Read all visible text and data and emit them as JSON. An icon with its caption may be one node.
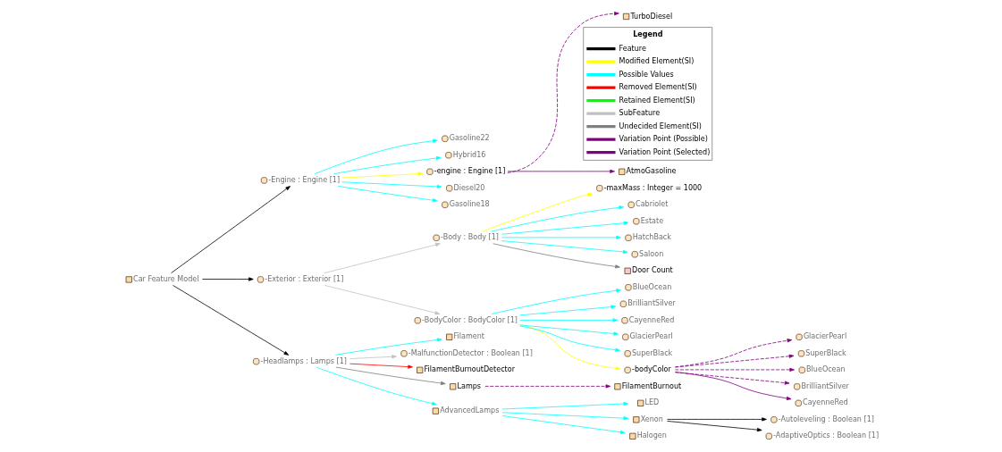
{
  "diagram": {
    "nodes": [
      {
        "text": [
          "Car Feature Model"
        ]
      },
      {
        "text": [
          "-Engine : Engine [1]"
        ]
      },
      {
        "text": [
          "-Exterior : Exterior [1]"
        ]
      },
      {
        "text": [
          "-Headlamps : Lamps [1]"
        ]
      },
      {
        "text": [
          "-engine : Engine [1]"
        ]
      },
      {
        "text": [
          "Diesel20"
        ]
      },
      {
        "text": [
          "Gasoline18"
        ]
      },
      {
        "text": [
          "Gasoline22"
        ]
      },
      {
        "text": [
          "Hybrid16"
        ]
      },
      {
        "text": [
          "-Body : Body [1]"
        ]
      },
      {
        "text": [
          "-BodyColor : BodyColor [1]"
        ]
      },
      {
        "text": [
          "FilamentBurnoutDetector"
        ]
      },
      {
        "text": [
          "Lamps"
        ]
      },
      {
        "text": [
          "AdvancedLamps"
        ]
      },
      {
        "text": [
          "Filament"
        ]
      },
      {
        "text": [
          "-MalfunctionDetector : Boolean [1]"
        ]
      },
      {
        "text": [
          "AtmoGasoline"
        ]
      },
      {
        "text": [
          "TurboDiesel"
        ]
      },
      {
        "text": [
          "Door Count"
        ]
      },
      {
        "text": [
          "-maxMass : Integer = 1000"
        ]
      },
      {
        "text": [
          "Cabriolet"
        ]
      },
      {
        "text": [
          "Estate"
        ]
      },
      {
        "text": [
          "HatchBack"
        ]
      },
      {
        "text": [
          "Saloon"
        ]
      },
      {
        "text": [
          "-bodyColor"
        ]
      },
      {
        "text": [
          "BlueOcean"
        ]
      },
      {
        "text": [
          "BrilliantSilver"
        ]
      },
      {
        "text": [
          "CayenneRed"
        ]
      },
      {
        "text": [
          "GlacierPearl"
        ]
      },
      {
        "text": [
          "SuperBlack"
        ]
      },
      {
        "text": [
          "FilamentBurnout"
        ]
      },
      {
        "text": [
          "Halogen"
        ]
      },
      {
        "text": [
          "LED"
        ]
      },
      {
        "text": [
          "Xenon"
        ]
      },
      {
        "text": [
          "BlueOcean"
        ]
      },
      {
        "text": [
          "BrilliantSilver"
        ]
      },
      {
        "text": [
          "CayenneRed"
        ]
      },
      {
        "text": [
          "GlacierPearl"
        ]
      },
      {
        "text": [
          "SuperBlack"
        ]
      },
      {
        "text": [
          "-AdaptiveOptics : Boolean [1]"
        ]
      },
      {
        "text": [
          "-Autoleveling : Boolean [1]"
        ]
      }
    ],
    "edges": [
      {
        "from": 0,
        "to": 1,
        "arrow": "to",
        "color": "#000000"
      },
      {
        "from": 0,
        "to": 2,
        "arrow": "to",
        "color": "#000000"
      },
      {
        "from": 0,
        "to": 3,
        "arrow": "to",
        "color": "#000000"
      },
      {
        "from": 1,
        "to": 4,
        "arrow": "to",
        "color": "#ffff00"
      },
      {
        "from": 1,
        "to": 5,
        "arrow": "to"
      },
      {
        "from": 1,
        "to": 6,
        "arrow": "to"
      },
      {
        "from": 1,
        "to": 7,
        "arrow": "to"
      },
      {
        "from": 1,
        "to": 8,
        "arrow": "to"
      },
      {
        "from": 2,
        "to": 9,
        "arrow": "to",
        "color": "#c0c0c0"
      },
      {
        "from": 2,
        "to": 10,
        "arrow": "to",
        "color": "#c0c0c0"
      },
      {
        "from": 3,
        "to": 11,
        "arrow": "to",
        "color": "#ff0000"
      },
      {
        "from": 3,
        "to": 12,
        "arrow": "to",
        "color": "#808080"
      },
      {
        "from": 3,
        "to": 13,
        "arrow": "to"
      },
      {
        "from": 3,
        "to": 14,
        "arrow": "to"
      },
      {
        "from": 3,
        "to": 15,
        "arrow": "to",
        "color": "#c0c0c0"
      },
      {
        "from": 4,
        "to": 16,
        "arrow": "to",
        "color": "#800080"
      },
      {
        "from": 4,
        "to": 17,
        "arrow": "to",
        "style": "dashed",
        "color": "#800080"
      },
      {
        "from": 9,
        "to": 18,
        "arrow": "to",
        "color": "#808080"
      },
      {
        "from": 9,
        "to": 19,
        "arrow": "to",
        "color": "#ffff00"
      },
      {
        "from": 9,
        "to": 20,
        "arrow": "to"
      },
      {
        "from": 9,
        "to": 21,
        "arrow": "to"
      },
      {
        "from": 9,
        "to": 22,
        "arrow": "to"
      },
      {
        "from": 9,
        "to": 23,
        "arrow": "to"
      },
      {
        "from": 10,
        "to": 24,
        "arrow": "to",
        "color": "#ffff00"
      },
      {
        "from": 10,
        "to": 25,
        "arrow": "to"
      },
      {
        "from": 10,
        "to": 26,
        "arrow": "to"
      },
      {
        "from": 10,
        "to": 27,
        "arrow": "to"
      },
      {
        "from": 10,
        "to": 28,
        "arrow": "to"
      },
      {
        "from": 10,
        "to": 29,
        "arrow": "to"
      },
      {
        "from": 24,
        "to": 34,
        "arrow": "to",
        "style": "dashed",
        "color": "#800080"
      },
      {
        "from": 24,
        "to": 35,
        "arrow": "to",
        "style": "dashed",
        "color": "#800080"
      },
      {
        "from": 24,
        "to": 36,
        "arrow": "to",
        "color": "#800080"
      },
      {
        "from": 24,
        "to": 37,
        "arrow": "to",
        "style": "dashed",
        "color": "#800080"
      },
      {
        "from": 24,
        "to": 38,
        "arrow": "to",
        "style": "dashed",
        "color": "#800080"
      },
      {
        "from": 12,
        "to": 30,
        "arrow": "to",
        "style": "dashed",
        "color": "#800080"
      },
      {
        "from": 13,
        "to": 31,
        "arrow": "to"
      },
      {
        "from": 13,
        "to": 32,
        "arrow": "to"
      },
      {
        "from": 13,
        "to": 33,
        "arrow": "to"
      },
      {
        "from": 33,
        "to": 39,
        "arrow": "to",
        "color": "#000000"
      },
      {
        "from": 33,
        "to": 40,
        "arrow": "to",
        "color": "#000000"
      }
    ],
    "labels": [
      "Legend"
    ],
    "legend": [
      {
        "text": "Feature",
        "color": "#000000"
      },
      {
        "text": "Modified Element(SI)",
        "color": "#ffff00"
      },
      {
        "text": "Possible Values",
        "color": "#00ffff"
      },
      {
        "text": "Removed Element(SI)",
        "color": "#ff0000"
      },
      {
        "text": "Retained Element(SI)",
        "color": "#00ff00"
      },
      {
        "text": "SubFeature",
        "color": "#c0c0c0"
      },
      {
        "text": "Undecided Element(SI)",
        "color": "#808080"
      },
      {
        "text": "Variation Point (Possible)",
        "color": "#800080"
      },
      {
        "text": "Variation Point (Selected)",
        "color": "#800080"
      }
    ]
  }
}
